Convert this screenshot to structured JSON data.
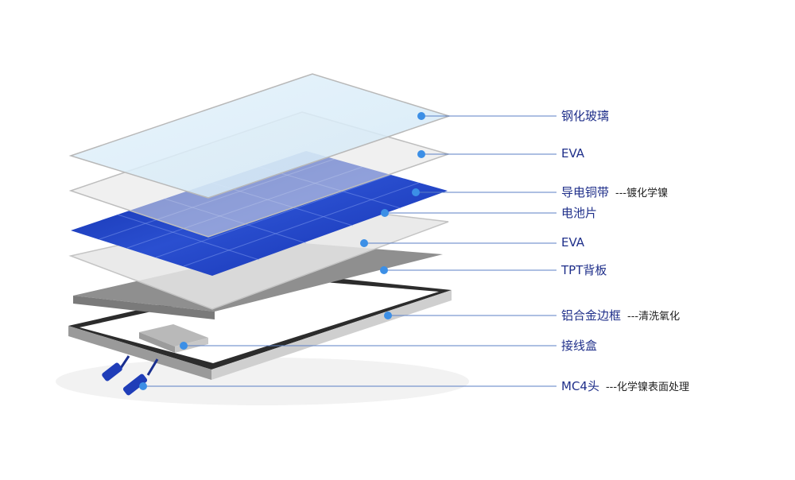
{
  "diagram": {
    "labels": [
      {
        "id": "tempered-glass",
        "text": "钢化玻璃",
        "note": ""
      },
      {
        "id": "eva-top",
        "text": "EVA",
        "note": ""
      },
      {
        "id": "ribbon",
        "text": "导电铜带",
        "note": "---镀化学镍"
      },
      {
        "id": "cells",
        "text": "电池片",
        "note": ""
      },
      {
        "id": "eva-bottom",
        "text": "EVA",
        "note": ""
      },
      {
        "id": "tpt-backsheet",
        "text": "TPT背板",
        "note": ""
      },
      {
        "id": "frame",
        "text": "铝合金边框",
        "note": "---清洗氧化"
      },
      {
        "id": "junction-box",
        "text": "接线盒",
        "note": ""
      },
      {
        "id": "mc4",
        "text": "MC4头",
        "note": "---化学镍表面处理"
      }
    ],
    "colors": {
      "label_text": "#1f2f8a",
      "leader_line": "#5b7fc4",
      "dot": "#3c8fe6",
      "cell_blue": "#1c3fc0",
      "frame_dark": "#2c2c2c",
      "backsheet_gray": "#8f8f8f"
    }
  }
}
